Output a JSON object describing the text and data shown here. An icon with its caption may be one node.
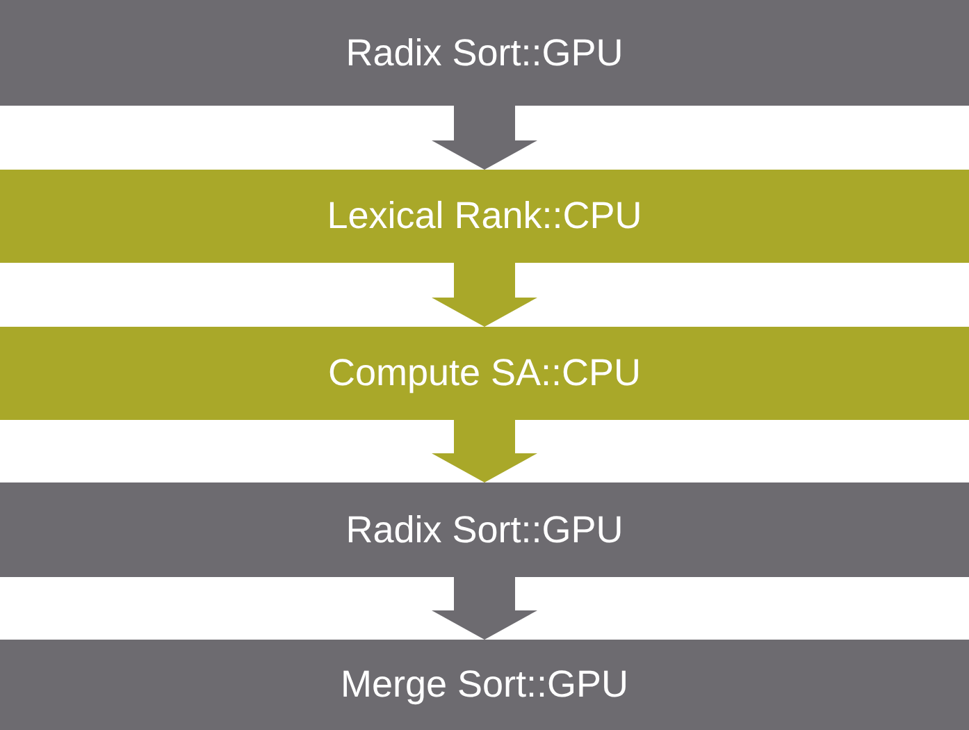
{
  "diagram": {
    "nodes": [
      {
        "text": [
          "Radix Sort::GPU"
        ]
      },
      {
        "text": [
          "Lexical Rank::CPU"
        ]
      },
      {
        "text": [
          "Compute SA::CPU"
        ]
      },
      {
        "text": [
          "Radix Sort::GPU"
        ]
      },
      {
        "text": [
          "Merge Sort::GPU"
        ]
      }
    ],
    "edges": [
      {
        "from": 0,
        "to": 1,
        "arrow": "to",
        "color": "#6d6b70"
      },
      {
        "from": 1,
        "to": 2,
        "arrow": "to",
        "color": "#a9a829"
      },
      {
        "from": 2,
        "to": 3,
        "arrow": "to",
        "color": "#a9a829"
      },
      {
        "from": 3,
        "to": 4,
        "arrow": "to",
        "color": "#6d6b70"
      }
    ]
  }
}
